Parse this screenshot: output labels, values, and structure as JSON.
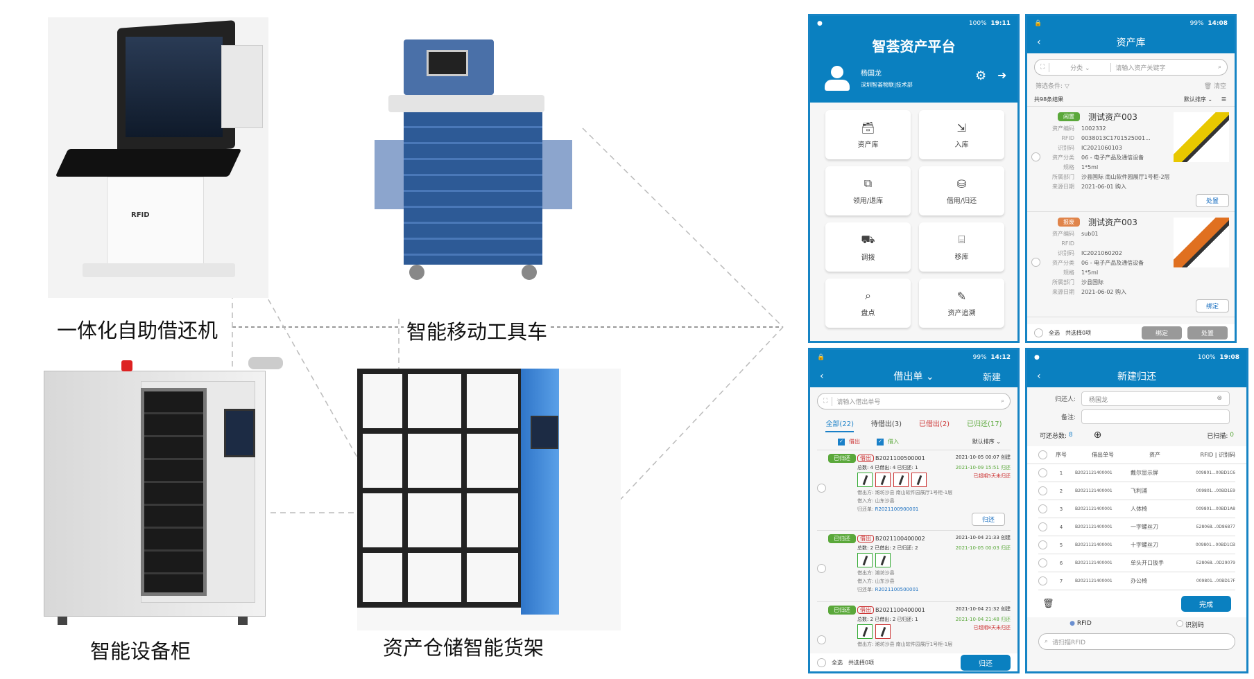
{
  "products": [
    {
      "name": "一体化自助借还机"
    },
    {
      "name": "智能移动工具车"
    },
    {
      "name": "智能设备柜"
    },
    {
      "name": "资产仓储智能货架"
    }
  ],
  "kiosk_logo": "RFID",
  "phone_home": {
    "status": {
      "battery": "100%",
      "time": "19:11"
    },
    "title": "智荟资产平台",
    "user": {
      "name": "杨国龙",
      "org": "深圳智荟物联|技术部"
    },
    "tiles": [
      {
        "label": "资产库",
        "icon": "archive-icon"
      },
      {
        "label": "入库",
        "icon": "inbound-icon"
      },
      {
        "label": "领用/退库",
        "icon": "transfer-icon"
      },
      {
        "label": "借用/归还",
        "icon": "borrow-icon"
      },
      {
        "label": "调拨",
        "icon": "truck-icon"
      },
      {
        "label": "移库",
        "icon": "move-icon"
      },
      {
        "label": "盘点",
        "icon": "inventory-icon"
      },
      {
        "label": "资产追溯",
        "icon": "trace-icon"
      }
    ]
  },
  "phone_assets": {
    "status": {
      "battery": "99%",
      "time": "14:08"
    },
    "title": "资产库",
    "category": "分类",
    "search_placeholder": "请输入资产关键字",
    "filter_label": "筛选条件:",
    "clear": "清空",
    "result_count": "共98条结果",
    "sort": "默认排序",
    "field_labels": [
      "资产编码",
      "RFID",
      "识别码",
      "资产分类",
      "规格",
      "所属部门",
      "来源日期"
    ],
    "items": [
      {
        "tag": "闲置",
        "tag_color": "#5aa83a",
        "name": "测试资产003",
        "fields": [
          "1002332",
          "0038013C1701525001...",
          "IC2021060103",
          "06 - 电子产品及通信设备",
          "1*5ml",
          "沙县国际    南山软件园展厅1号柜-2层",
          "2021-06-01 购入"
        ],
        "action": "处置"
      },
      {
        "tag": "报废",
        "tag_color": "#e0844a",
        "name": "测试资产003",
        "fields": [
          "sub01",
          "",
          "IC2021060202",
          "06 - 电子产品及通信设备",
          "1*5ml",
          "沙县国际",
          "2021-06-02 购入"
        ],
        "action": "绑定"
      }
    ],
    "select_all": "全选",
    "selected": "共选择0项",
    "bind_btn": "绑定",
    "dispose_btn": "处置"
  },
  "phone_borrow": {
    "status": {
      "battery": "99%",
      "time": "14:12"
    },
    "title": "借出单",
    "new": "新建",
    "search_placeholder": "请输入借出单号",
    "tabs": [
      "全部(22)",
      "待借出(3)",
      "已借出(2)",
      "已归还(17)"
    ],
    "checks": [
      "借出",
      "借入"
    ],
    "sort": "默认排序",
    "orders": [
      {
        "status": "已归还",
        "type": "借出",
        "no": "B2021100500001",
        "created": "2021-10-05 00:07 创建",
        "counts": "总数: 4   已借出: 4   已归还: 1",
        "returned": "2021-10-09 15:51 归还",
        "overdue": "已超期5天未归还",
        "thumbs": [
          "g",
          "r",
          "r",
          "r"
        ],
        "lender": "借出方:  潍坊沙县    南山软件园展厅1号柜-1层",
        "borrower": "借入方:  山东沙县",
        "return_label": "归还单: ",
        "return_no": "R2021100900001",
        "action": "归还"
      },
      {
        "status": "已归还",
        "type": "借出",
        "no": "B2021100400002",
        "created": "2021-10-04 21:33 创建",
        "counts": "总数: 2   已借出: 2   已归还: 2",
        "returned": "2021-10-05 00:03 归还",
        "overdue": "",
        "thumbs": [
          "g",
          "g"
        ],
        "lender": "借出方:  潍坊沙县",
        "borrower": "借入方:  山东沙县",
        "return_label": "归还单: ",
        "return_no": "R2021100500001",
        "action": ""
      },
      {
        "status": "已归还",
        "type": "借出",
        "no": "B2021100400001",
        "created": "2021-10-04 21:32 创建",
        "counts": "总数: 2   已借出: 2   已归还: 1",
        "returned": "2021-10-04 21:48 归还",
        "overdue": "已超期8天未归还",
        "thumbs": [
          "g",
          "r"
        ],
        "lender": "借出方:  潍坊沙县    南山软件园展厅1号柜-1层",
        "borrower": "",
        "return_label": "",
        "return_no": "",
        "action": ""
      }
    ],
    "select_all": "全选",
    "selected": "共选择0项",
    "return_btn": "归还"
  },
  "phone_return": {
    "status": {
      "battery": "100%",
      "time": "19:08"
    },
    "title": "新建归还",
    "returner_label": "归还人:",
    "returner": "杨国龙",
    "note_label": "备注:",
    "total_label": "可还总数:",
    "total": "8",
    "scanned_label": "已扫描:",
    "scanned": "0",
    "headers": [
      "序号",
      "借出单号",
      "资产",
      "RFID | 识别码"
    ],
    "rows": [
      {
        "no": "1",
        "order": "B2021121400001",
        "asset": "戴尔显示屏",
        "rfid": "009801...00BD1C6"
      },
      {
        "no": "2",
        "order": "B2021121400001",
        "asset": "飞利浦",
        "rfid": "009801...00BD1E9"
      },
      {
        "no": "3",
        "order": "B2021121400001",
        "asset": "人体椅",
        "rfid": "009801...00BD1A8"
      },
      {
        "no": "4",
        "order": "B2021121400001",
        "asset": "一字螺丝刀",
        "rfid": "E28068...0D86877"
      },
      {
        "no": "5",
        "order": "B2021121400001",
        "asset": "十字螺丝刀",
        "rfid": "009801...00BD1CB"
      },
      {
        "no": "6",
        "order": "B2021121400001",
        "asset": "单头开口扳手",
        "rfid": "E28068...0D29079"
      },
      {
        "no": "7",
        "order": "B2021121400001",
        "asset": "办公椅",
        "rfid": "009801...00BD17F"
      }
    ],
    "done": "完成",
    "modes": [
      "RFID",
      "识别码"
    ],
    "scan_placeholder": "请扫描RFID"
  }
}
